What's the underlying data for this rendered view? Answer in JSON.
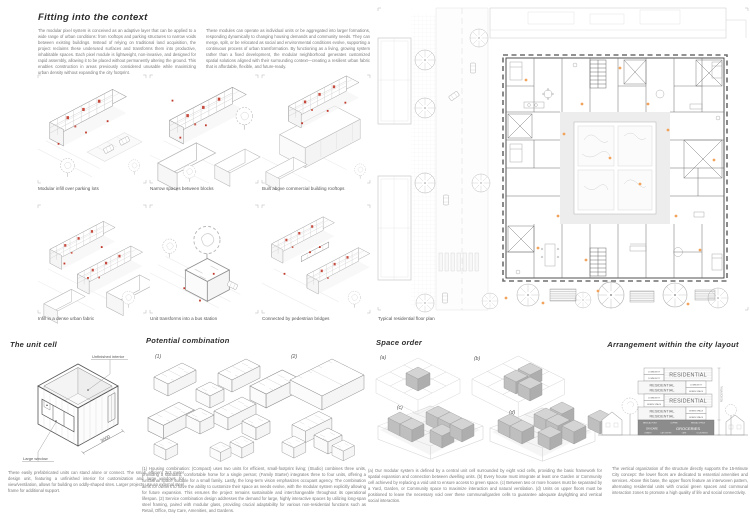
{
  "poster": {
    "title": "Fitting into the context",
    "intro_col1": "The modular pixel system is conceived as an adaptive layer that can be applied to a wide range of urban conditions: from rooftops and parking structures to narrow voids between existing buildings. Instead of relying on traditional land acquisition, the project reclaims these underused surfaces and transforms them into productive, inhabitable spaces. Each pixel module is lightweight, non-invasive, and designed for rapid assembly, allowing it to be placed without permanently altering the ground. This enables construction in areas previously considered unusable while maximizing urban density without expanding the city footprint.",
    "intro_col2": "These modules can operate as individual units or be aggregated into larger formations, responding dynamically to changing housing demands and community needs. They can merge, split, or be relocated as social and environmental conditions evolve, supporting a continuous process of urban transformation. By functioning as a living, growing system rather than a fixed development, the modular neighborhood generates customized spatial solutions aligned with their surrounding context—creating a resilient urban fabric that is affordable, flexible, and future-ready."
  },
  "context_panels": [
    {
      "caption": "Modular infill over parking lots"
    },
    {
      "caption": "Narrow spaces between blocks"
    },
    {
      "caption": "Built above commercial building rooftops"
    },
    {
      "caption": "Infill in a dense urban fabric"
    },
    {
      "caption": "Unit transforms into a bus station"
    },
    {
      "caption": "Connected by pedestrian bridges"
    }
  ],
  "floor_plan": {
    "caption": "Typical residential floor plan"
  },
  "unit_cell": {
    "heading": "The unit cell",
    "label_interior": "Unfinished interior",
    "label_window": "Large window",
    "dimension": "3000",
    "paragraph": "These easily prefabricated units can stand alone or connect. The small, efficient 3x3 meter design unit, featuring a unfinished interior for customization and large windows for view/ventilation, allows for building on oddly-shaped sites. Larger projects use an external steel frame for additional support."
  },
  "potential_combination": {
    "heading": "Potential combination",
    "label_1": "(1)",
    "label_2": "(2)",
    "paragraph": "(1) Housing combination: (Compact) uses two units for efficient, small-footprint living; (Studio) combines three units, providing a standard, comfortable home for a single person; (Family Starter) integrates three to four units, offering a functional space suitable for a small family. Lastly, the long-term vision emphasizes occupant agency. The combination aims for owners to have the ability to customize their space as needs evolve, with the modular system explicitly allowing for future expansion. This ensures the project remains sustainable and interchangeable throughout its operational lifespan. (2) Service combination design addresses the demand for large, highly interactive spaces by utilizing long-span steel framing, paired with modular glass, providing crucial adaptability for various non-residential functions such as Retail, Office, Day Care, Amenities, and Gardens."
  },
  "space_order": {
    "heading": "Space order",
    "label_a": "(a)",
    "label_b": "(b)",
    "label_c": "(c)",
    "label_d": "(d)",
    "paragraph": "(a) Our modular system is defined by a central unit cell surrounded by eight void cells, providing the basic framework for spatial expansion and connection between dwelling units. (b) Every house must integrate at least one Garden or Community cell achieved by replacing a void unit to ensure access to green space. (c) Between two or more houses must be separated by a Yard, Garden, or Community space to maximize interaction and natural ventilation. (d) Units on upper floors must be positioned to leave the necessary void over these communal/garden cells to guarantee adequate daylighting and vertical social interaction."
  },
  "arrangement": {
    "heading": "Arrangement within the city layout",
    "side_label": "RESIDENTIAL",
    "paragraph": "The vertical organization of the structure directly supports the 15-Minute City concept: the lower floors are dedicated to essential amenities and services. Above this base, the upper floors feature an interwoven pattern, alternating residential units with crucial green spaces and communal interaction zones to promote a high quality of life and social connectivity.",
    "stack": {
      "r1_small1": "COMMUNITY",
      "r1_small2": "COMMUNITY",
      "r1_large": "RESIDENTIAL",
      "r2_large1": "RESIDENTIAL",
      "r2_large2": "RESIDENTIAL",
      "r2_small1": "COMMUNITY",
      "r2_small2": "GREEN SPACE",
      "r3_small1": "COMMUNITY",
      "r3_small2": "GREEN SPACE",
      "r3_large": "RESIDENTIAL",
      "r4_large1": "RESIDENTIAL",
      "r4_large2": "RESIDENTIAL",
      "r4_small1": "GREEN SPACE",
      "r4_small2": "GREEN SPACE",
      "base1a": "MEDICAL POINT",
      "base1b": "COFFEE",
      "base1c": "RENTAL OFFICE",
      "base2a": "DAYCARE",
      "base2b": "GROCERIES",
      "base3a": "LIBRARY",
      "base3b": "DAY CENTER",
      "base3c": "CAFE",
      "base3d": "CO-WORKING"
    }
  },
  "colors": {
    "accent_red": "#c0392b",
    "accent_orange": "#f2a45c",
    "cube_gray": "#c7c7c7"
  }
}
